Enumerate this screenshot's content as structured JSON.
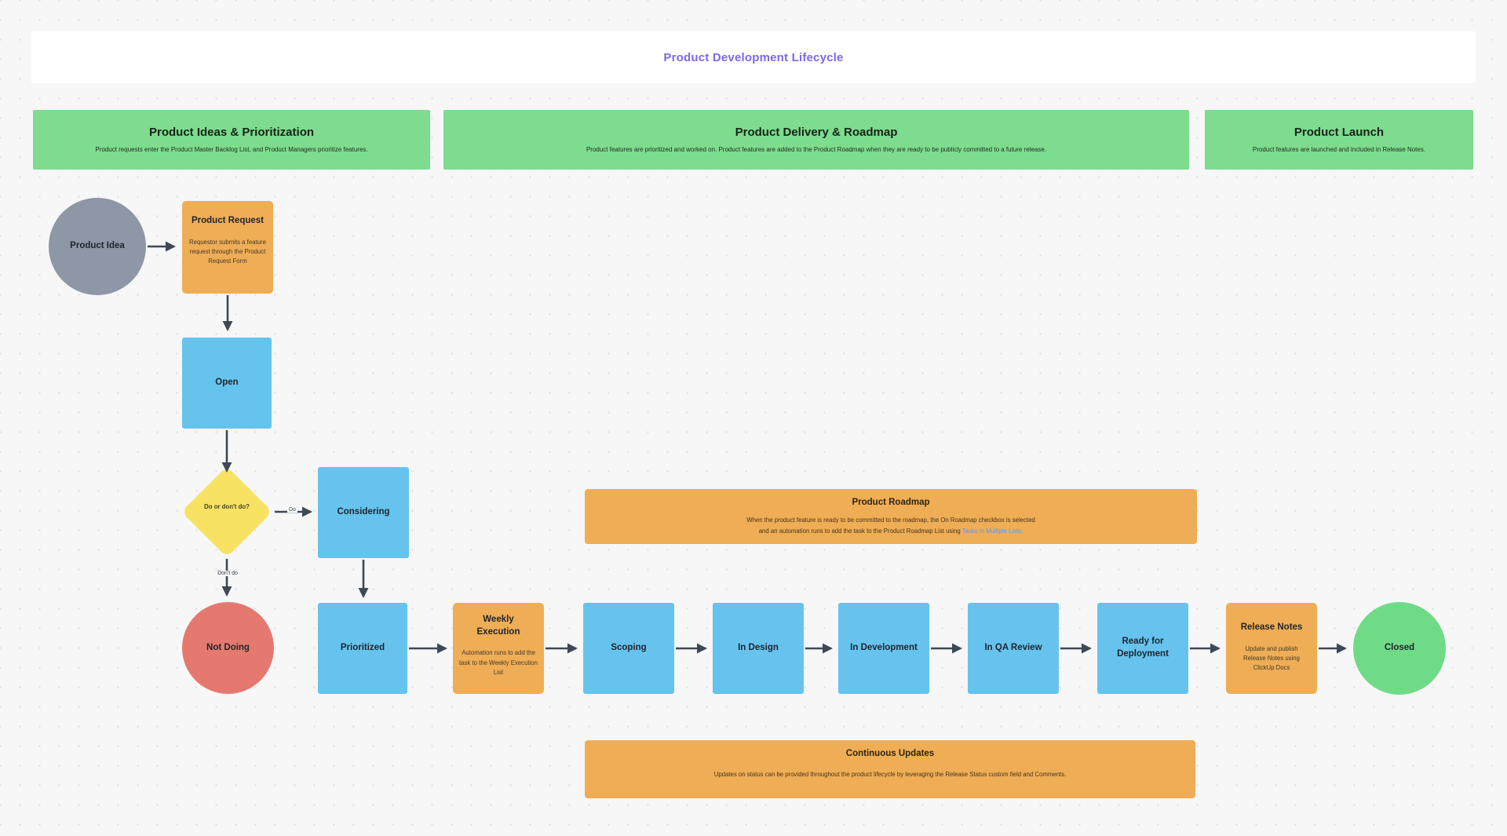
{
  "title": "Product Development Lifecycle",
  "sections": [
    {
      "label": "Product Ideas & Prioritization",
      "description": "Product requests enter the Product Master Backlog List, and Product Managers prioritize features."
    },
    {
      "label": "Product Delivery & Roadmap",
      "description": "Product features are prioritized and worked on. Product features are added to the Product Roadmap when they are ready to be publicly committed to a future release."
    },
    {
      "label": "Product Launch",
      "description": "Product features are launched and included in Release Notes."
    }
  ],
  "nodes": {
    "product_idea": {
      "label": "Product Idea"
    },
    "product_request": {
      "label": "Product Request",
      "description": "Requestor submits a feature request through the Product Request Form"
    },
    "open": {
      "label": "Open"
    },
    "decision": {
      "label": "Do or don't do?"
    },
    "considering": {
      "label": "Considering"
    },
    "not_doing": {
      "label": "Not Doing"
    },
    "prioritized": {
      "label": "Prioritized"
    },
    "weekly_execution": {
      "label": "Weekly Execution",
      "description": "Automation runs to add the task to the Weekly Execution List"
    },
    "scoping": {
      "label": "Scoping"
    },
    "in_design": {
      "label": "In Design"
    },
    "in_development": {
      "label": "In Development"
    },
    "in_qa_review": {
      "label": "In QA Review"
    },
    "ready_for_deployment": {
      "label": "Ready for Deployment"
    },
    "release_notes": {
      "label": "Release Notes",
      "description": "Update and publish Release Notes using ClickUp Docs"
    },
    "closed": {
      "label": "Closed"
    }
  },
  "bands": {
    "product_roadmap": {
      "label": "Product Roadmap",
      "description_line1": "When the product feature is ready to be committed to the roadmap, the On Roadmap checkbox is selected",
      "description_line2": "and an automation runs to add the task to the Product Roadmap List using ",
      "link_text": "Tasks in Multiple Lists."
    },
    "continuous_updates": {
      "label": "Continuous Updates",
      "description": "Updates on status can be provided throughout the product lifecycle by leveraging the Release Status custom field and Comments."
    }
  },
  "edge_labels": {
    "do": "Do",
    "dont_do": "Don't do"
  },
  "colors": {
    "accent": "#7b68ee",
    "section_green": "#7ddc8e",
    "node_blue": "#66c3ee",
    "node_orange": "#efad55",
    "node_yellow": "#f8e262",
    "node_gray": "#8d97a5",
    "node_red": "#e57970",
    "node_green": "#70db87",
    "arrow": "#3f4855",
    "link": "#53a0e4"
  }
}
